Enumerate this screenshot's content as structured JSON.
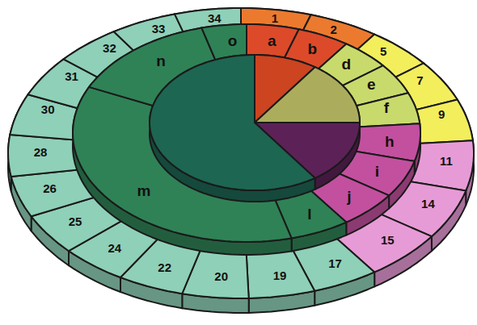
{
  "diagram": {
    "labels": [
      "1",
      "2",
      "5",
      "7",
      "9",
      "11",
      "14",
      "15",
      "17",
      "19",
      "20",
      "22",
      "24",
      "25",
      "26",
      "28",
      "30",
      "31",
      "32",
      "33",
      "34",
      "a",
      "b",
      "d",
      "e",
      "f",
      "h",
      "i",
      "j",
      "l",
      "m",
      "n",
      "o"
    ]
  }
}
